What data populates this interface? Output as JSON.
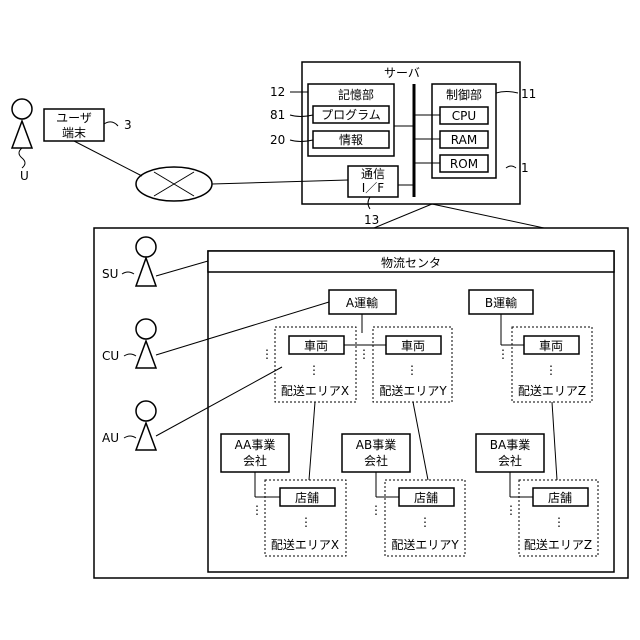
{
  "server": {
    "title": "サーバ",
    "ref": "1",
    "storage": {
      "title": "記憶部",
      "ref": "12",
      "program": "プログラム",
      "program_ref": "81",
      "info": "情報",
      "info_ref": "20"
    },
    "control": {
      "title": "制御部",
      "ref": "11",
      "cpu": "CPU",
      "ram": "RAM",
      "rom": "ROM"
    },
    "comm": {
      "line1": "通信",
      "line2": "I／F",
      "ref": "13"
    }
  },
  "user_terminal": {
    "line1": "ユーザ",
    "line2": "端末",
    "ref": "3",
    "user_ref": "U"
  },
  "users": [
    {
      "label": "SU"
    },
    {
      "label": "CU"
    },
    {
      "label": "AU"
    }
  ],
  "center": {
    "title": "物流センタ",
    "carriers": [
      {
        "label": "A運輸"
      },
      {
        "label": "B運輸"
      }
    ],
    "vehicle_label": "車両",
    "vehicle_areas": [
      "配送エリアX",
      "配送エリアY",
      "配送エリアZ"
    ],
    "companies": [
      {
        "line1": "AA事業",
        "line2": "会社"
      },
      {
        "line1": "AB事業",
        "line2": "会社"
      },
      {
        "line1": "BA事業",
        "line2": "会社"
      }
    ],
    "store_label": "店舗",
    "store_areas": [
      "配送エリアX",
      "配送エリアY",
      "配送エリアZ"
    ],
    "vdots": "⋮"
  }
}
